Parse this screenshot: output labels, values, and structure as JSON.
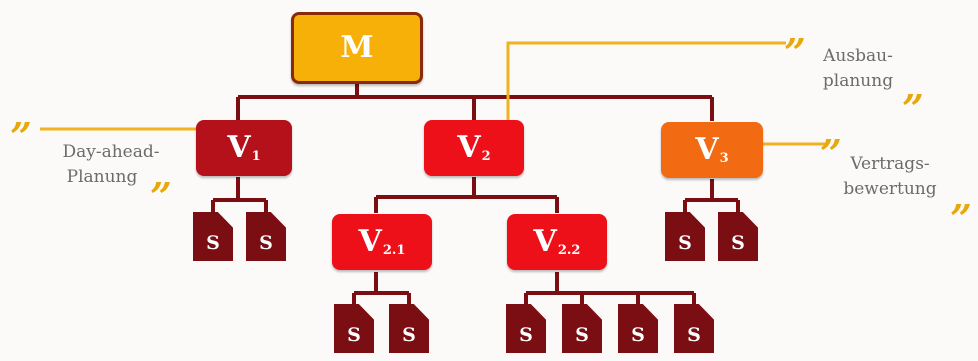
{
  "root": {
    "label": "M"
  },
  "level1": [
    {
      "main": "V",
      "sub": "1"
    },
    {
      "main": "V",
      "sub": "2"
    },
    {
      "main": "V",
      "sub": "3"
    }
  ],
  "level2": [
    {
      "main": "V",
      "sub": "2.1"
    },
    {
      "main": "V",
      "sub": "2.2"
    }
  ],
  "leaf_label": "S",
  "annotations": {
    "left": {
      "line1": "Day-ahead-",
      "line2": "Planung"
    },
    "top_right": {
      "line1": "Ausbau-",
      "line2": "planung"
    },
    "right": {
      "line1": "Vertrags-",
      "line2": "bewertung"
    }
  },
  "quote_mark": "”",
  "colors": {
    "root": "#f7b008",
    "v1": "#b4111a",
    "v2": "#ee1018",
    "v3": "#f26a12",
    "leaf": "#7b0e12",
    "connector": "#7b0e12",
    "annotation_line": "#f0b21e",
    "quote": "#e7a80e",
    "label_text": "#6b6b6b"
  }
}
